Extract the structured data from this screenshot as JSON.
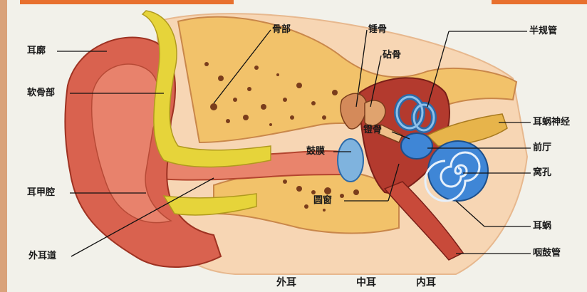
{
  "labels": {
    "auricle": "耳廓",
    "cartilage": "软骨部",
    "concha": "耳甲腔",
    "ear_canal": "外耳道",
    "bony_part": "骨部",
    "malleus": "锤骨",
    "incus": "砧骨",
    "stapes": "镫骨",
    "eardrum": "鼓膜",
    "round_window": "圆窗",
    "semicircular": "半规管",
    "cochlear_nerve": "耳蜗神经",
    "vestibule": "前厅",
    "oval_window": "窝孔",
    "cochlea": "耳蜗",
    "eustachian": "咽鼓管"
  },
  "sections": {
    "outer": "外耳",
    "middle": "中耳",
    "inner": "内耳"
  },
  "colors": {
    "background": "#f2f1ea",
    "flesh": "#d9624f",
    "skin_light": "#f4b58f",
    "bone": "#f2c26a",
    "cartilage": "#e6d43a",
    "cochlea": "#3f86d6",
    "accent_bar": "#e8702e"
  }
}
